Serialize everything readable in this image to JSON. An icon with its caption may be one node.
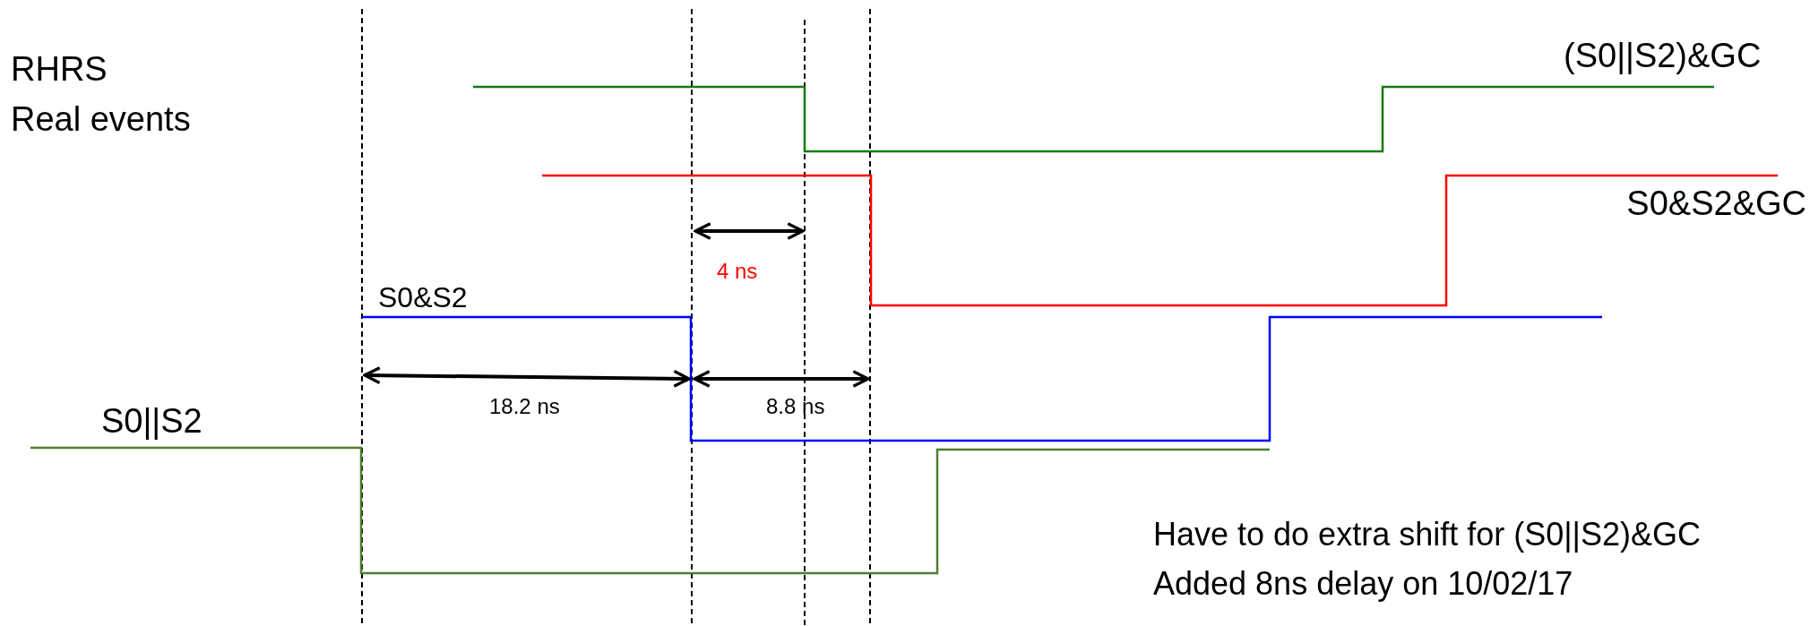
{
  "diagram": {
    "labels": [
      "(S0||S2)&GC",
      "RHRS",
      "Real events",
      "S0&S2&GC",
      "4 ns",
      "S0&S2",
      "18.2 ns",
      "8.8 ns",
      "S0||S2",
      "Have to do extra shift for (S0||S2)&GC",
      "Added 8ns delay on 10/02/17"
    ]
  }
}
